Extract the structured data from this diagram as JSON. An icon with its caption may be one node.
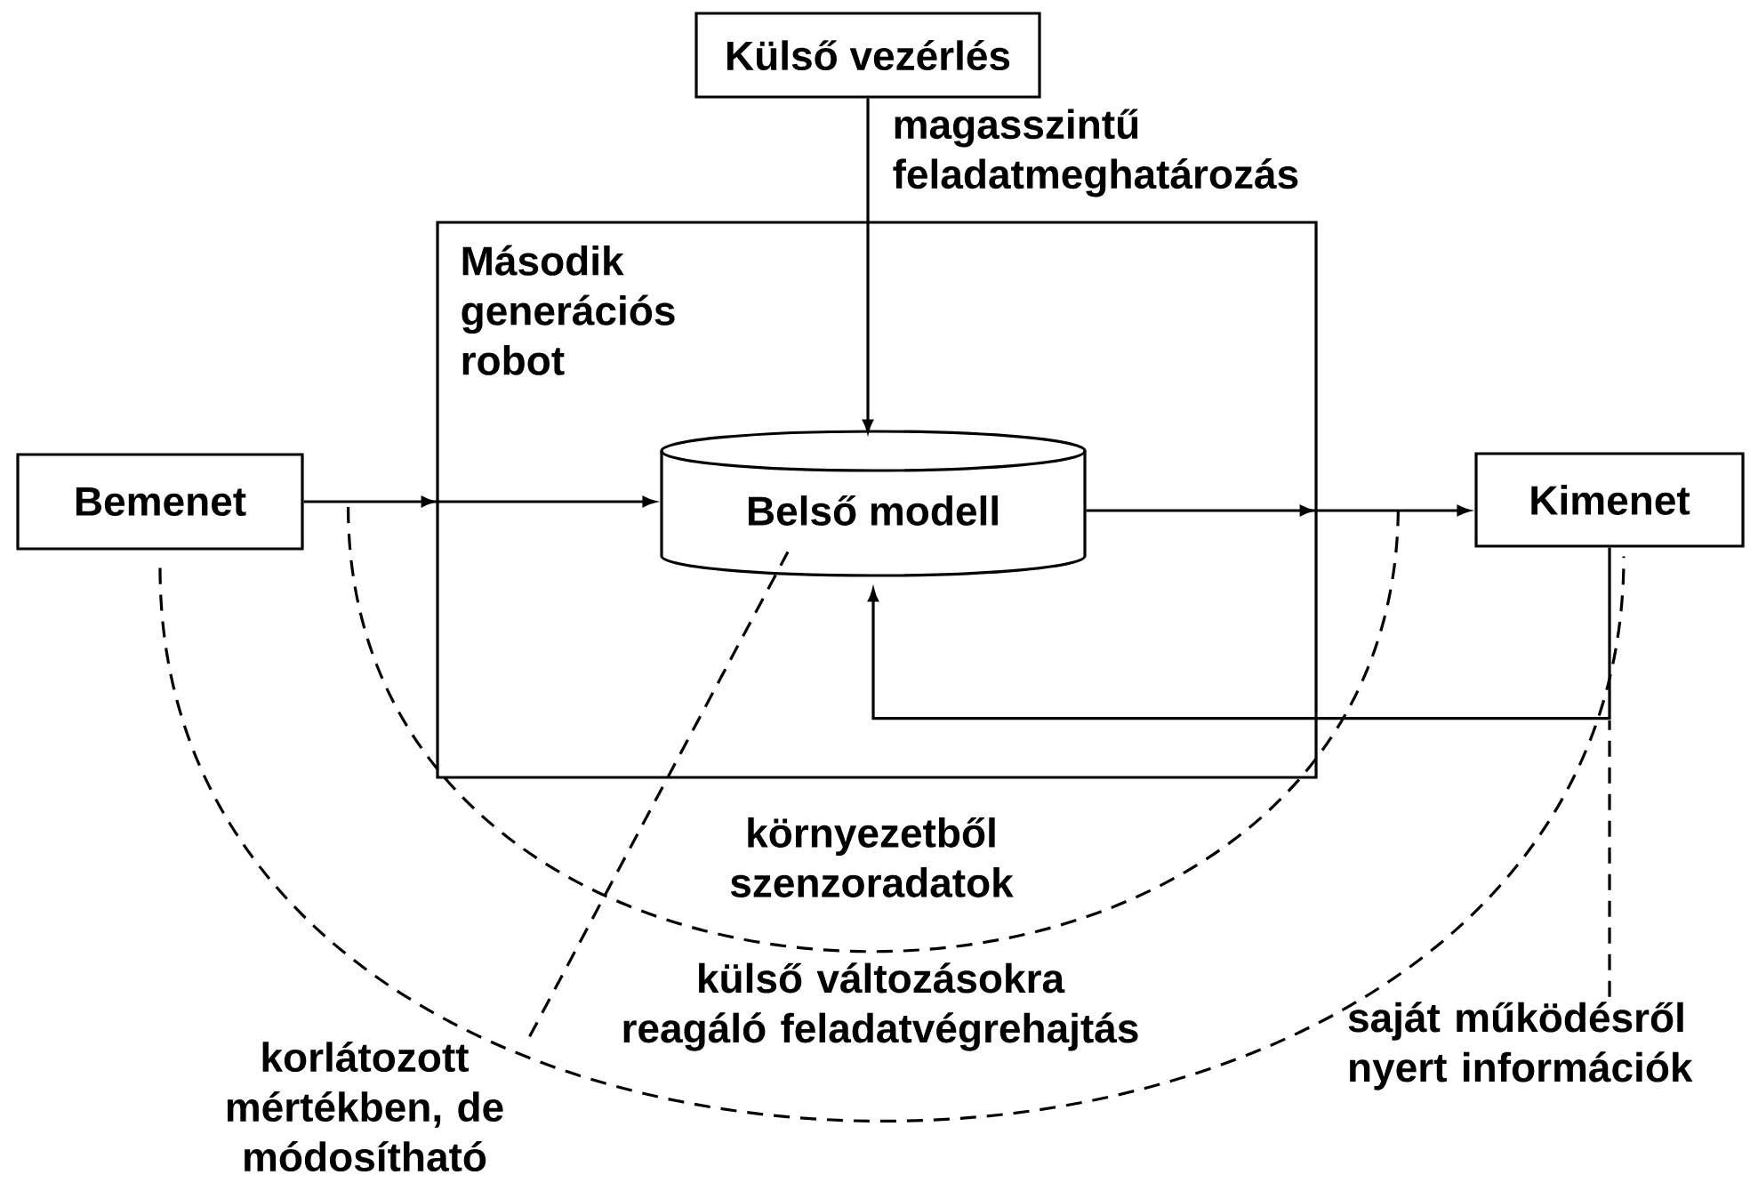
{
  "diagram": {
    "nodes": [
      {
        "text": [
          "Külső vezérlés"
        ]
      },
      {
        "text": [
          "Második generációs robot"
        ]
      },
      {
        "text": [
          "Bemenet"
        ]
      },
      {
        "text": [
          "Belső modell"
        ],
        "in": 1
      },
      {
        "text": [
          "Kimenet"
        ]
      },
      {
        "text": [
          "korlátozott mértékben, de módosítható"
        ]
      },
      {
        "text": [
          "saját működésről nyert információk"
        ]
      }
    ],
    "edges": [
      {
        "from": 0,
        "to": 3,
        "arrow": "to",
        "label": "magasszintű feladatmeghatározás"
      },
      {
        "from": 2,
        "to": 3,
        "arrow": "to"
      },
      {
        "from": 3,
        "to": 4,
        "arrow": "to"
      },
      {
        "from": 4,
        "to": 3,
        "arrow": "to"
      },
      {
        "from": 2,
        "to": 4,
        "arrow": "none",
        "style": "dashed",
        "label": "környezetből szenzoradatok"
      },
      {
        "from": 2,
        "to": 4,
        "arrow": "none",
        "style": "dashed",
        "label": "külső változásokra reagáló feladatvégrehajtás"
      },
      {
        "from": 5,
        "to": 3,
        "arrow": "none",
        "style": "dashed"
      },
      {
        "from": 6,
        "to": null,
        "arrow": "none",
        "style": "dashed"
      }
    ]
  }
}
